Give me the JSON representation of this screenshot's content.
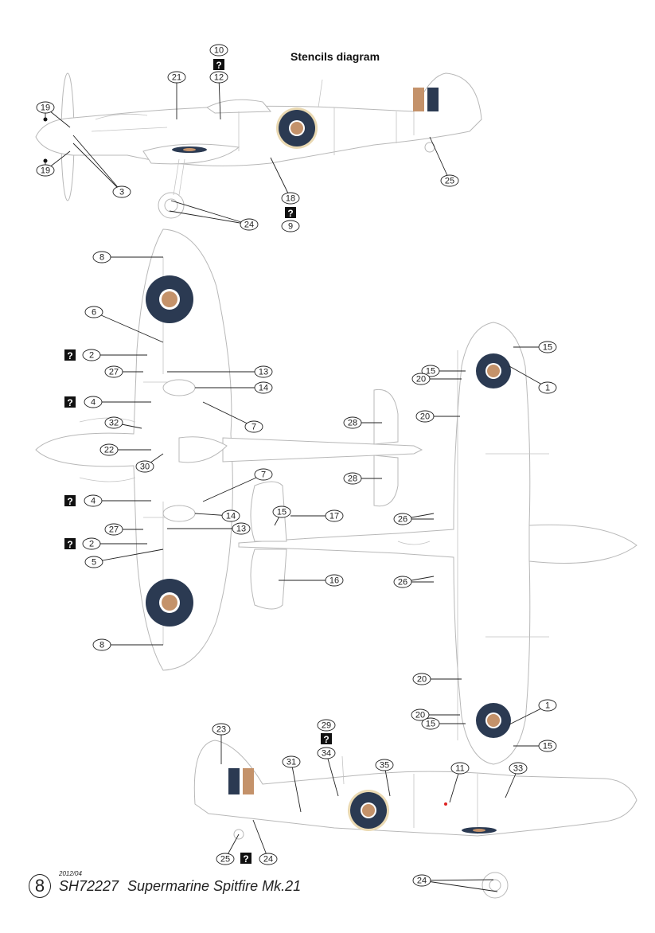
{
  "title": "Stencils diagram",
  "footer": {
    "page_number": "8",
    "date": "2012/04",
    "kit_code": "SH72227",
    "model_name": "Supermarine Spitfire Mk.21"
  },
  "colors": {
    "roundel_blue": "#2b3a52",
    "roundel_red_faded": "#c4926a",
    "roundel_ring": "#ead9b2",
    "outline": "#b8b8b8"
  },
  "unknown_marker": "?",
  "callouts": [
    "10",
    "12",
    "21",
    "19",
    "19",
    "3",
    "18",
    "9",
    "24",
    "25",
    "8",
    "6",
    "2",
    "27",
    "13",
    "14",
    "4",
    "7",
    "32",
    "22",
    "30",
    "7",
    "4",
    "14",
    "13",
    "27",
    "2",
    "5",
    "8",
    "15",
    "17",
    "16",
    "28",
    "28",
    "15",
    "1",
    "15",
    "20",
    "20",
    "26",
    "26",
    "20",
    "20",
    "15",
    "1",
    "15",
    "23",
    "29",
    "34",
    "31",
    "35",
    "11",
    "33",
    "25",
    "24",
    "24"
  ]
}
